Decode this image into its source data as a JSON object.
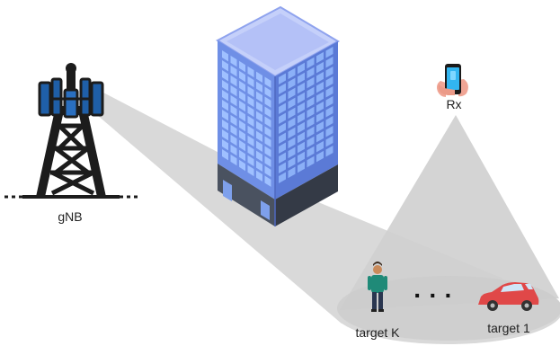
{
  "labels": {
    "gnb": "gNB",
    "rx": "Rx",
    "target_k": "target K",
    "target_1": "target 1",
    "ellipsis": "· · ·"
  },
  "icons": {
    "base_station": "cell-tower-icon",
    "building": "office-building-icon",
    "receiver": "smartphone-icon",
    "person": "person-icon",
    "car": "car-icon"
  },
  "colors": {
    "beam": "#c9c9c9",
    "tower_dark": "#1c1c1c",
    "antenna_blue": "#1f5fa8",
    "building_face": "#6f8fe6",
    "building_top": "#c5d0fa",
    "building_base": "#3d4451",
    "car_red": "#e04848",
    "person_shirt": "#1f8a78"
  }
}
